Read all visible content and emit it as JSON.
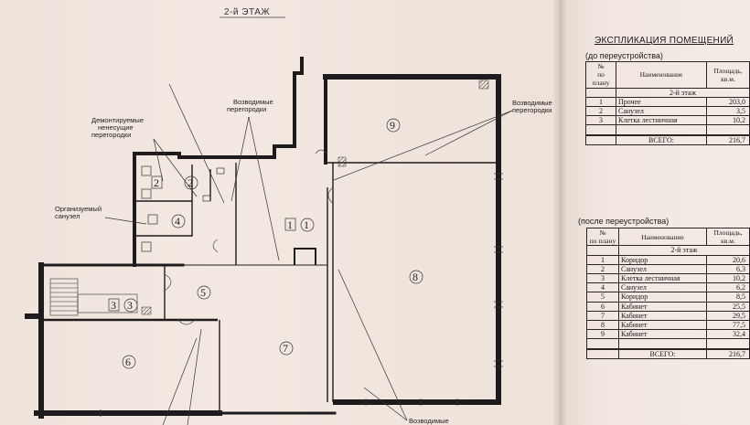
{
  "plan": {
    "floor_title": "2-й ЭТАЖ",
    "labels": {
      "demolished": [
        "Демонтируемые",
        "ненесущие",
        "перегородки"
      ],
      "erected_1": [
        "Возводимые",
        "перегородки"
      ],
      "erected_2": [
        "Возводимые",
        "перегородки"
      ],
      "erected_3": "Возводимые",
      "organized": [
        "Организуемый",
        "санузел"
      ]
    },
    "rooms": [
      "1",
      "2",
      "3",
      "4",
      "5",
      "6",
      "7",
      "8",
      "9"
    ],
    "old_tags": [
      "1",
      "2",
      "3"
    ]
  },
  "explication": {
    "title": "ЭКСПЛИКАЦИЯ ПОМЕЩЕНИЙ",
    "before_label": "(до переустройства)",
    "after_label": "(после переустройства)",
    "headers": {
      "num": [
        "№",
        "по плану"
      ],
      "name": "Наименование",
      "area": [
        "Площадь,",
        "кв.м."
      ]
    },
    "floor_row": "2-й этаж",
    "before_rows": [
      {
        "n": "1",
        "name": "Прочее",
        "area": "203,0"
      },
      {
        "n": "2",
        "name": "Санузел",
        "area": "3,5"
      },
      {
        "n": "3",
        "name": "Клетка лестничная",
        "area": "10,2"
      }
    ],
    "before_total": {
      "label": "ВСЕГО:",
      "area": "216,7"
    },
    "after_rows": [
      {
        "n": "1",
        "name": "Коридор",
        "area": "20,6"
      },
      {
        "n": "2",
        "name": "Санузел",
        "area": "6,3"
      },
      {
        "n": "3",
        "name": "Клетка лестничная",
        "area": "10,2"
      },
      {
        "n": "4",
        "name": "Санузел",
        "area": "6,2"
      },
      {
        "n": "5",
        "name": "Коридор",
        "area": "8,5"
      },
      {
        "n": "6",
        "name": "Кабинет",
        "area": "25,5"
      },
      {
        "n": "7",
        "name": "Кабинет",
        "area": "29,5"
      },
      {
        "n": "8",
        "name": "Кабинет",
        "area": "77,5"
      },
      {
        "n": "9",
        "name": "Кабинет",
        "area": "32,4"
      }
    ],
    "after_total": {
      "label": "ВСЕГО:",
      "area": "216,7"
    }
  }
}
